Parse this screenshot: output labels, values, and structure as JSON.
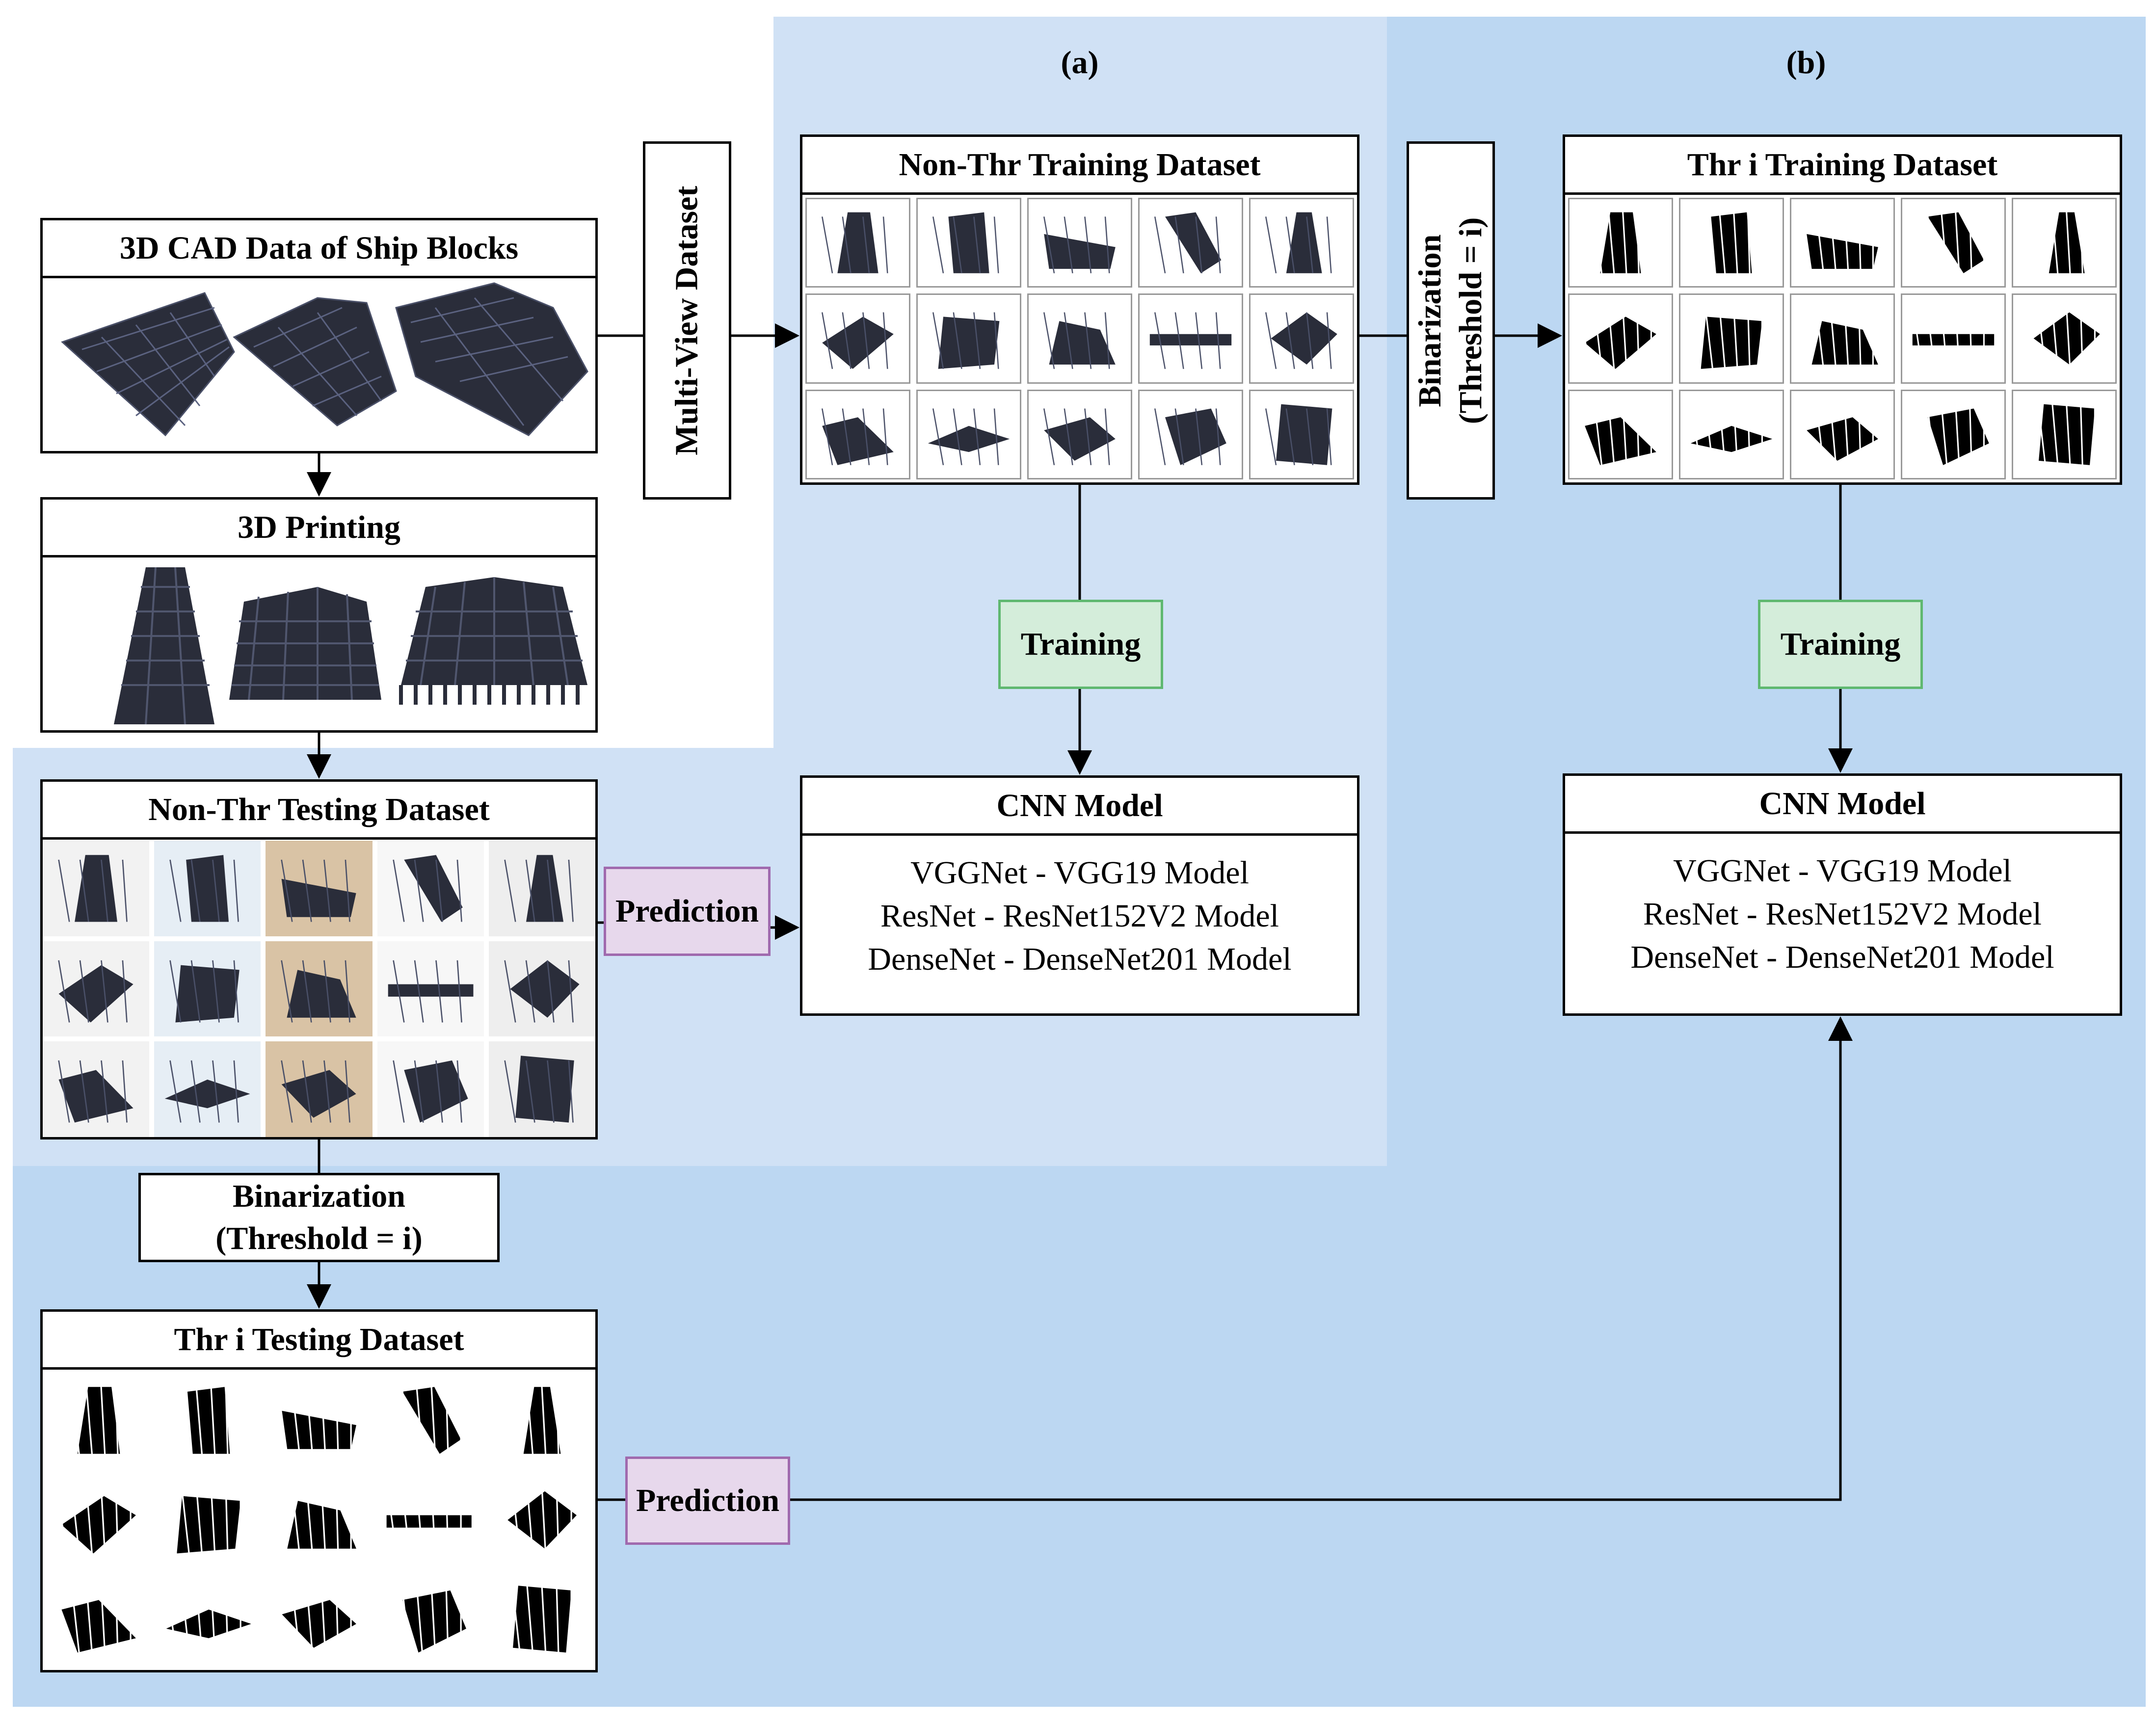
{
  "colors": {
    "panel_a": "#d0e1f5",
    "panel_b": "#bcd7f2",
    "training_fill": "#d4edda",
    "training_border": "#5fb870",
    "prediction_fill": "#e7d8ec",
    "prediction_border": "#a06aae",
    "block_dark": "#2a2d3a",
    "line": "#000000"
  },
  "panels": {
    "a_label": "(a)",
    "b_label": "(b)"
  },
  "cad": {
    "title": "3D CAD Data of Ship Blocks"
  },
  "printing": {
    "title": "3D Printing"
  },
  "multiview": {
    "label": "Multi-View Dataset"
  },
  "non_thr_training": {
    "title": "Non-Thr Training Dataset"
  },
  "binarization_vertical": {
    "line1": "Binarization",
    "line2": "(Threshold = i)"
  },
  "thr_training": {
    "title": "Thr i Training Dataset"
  },
  "training_a": {
    "label": "Training"
  },
  "training_b": {
    "label": "Training"
  },
  "cnn_a": {
    "title": "CNN Model",
    "models": [
      "VGGNet - VGG19 Model",
      "ResNet - ResNet152V2 Model",
      "DenseNet - DenseNet201 Model"
    ]
  },
  "cnn_b": {
    "title": "CNN Model",
    "models": [
      "VGGNet - VGG19 Model",
      "ResNet - ResNet152V2 Model",
      "DenseNet - DenseNet201 Model"
    ]
  },
  "non_thr_testing": {
    "title": "Non-Thr Testing Dataset"
  },
  "prediction_a": {
    "label": "Prediction"
  },
  "binarization_box": {
    "line1": "Binarization",
    "line2": "(Threshold = i)"
  },
  "thr_testing": {
    "title": "Thr i Testing Dataset"
  },
  "prediction_b": {
    "label": "Prediction"
  }
}
